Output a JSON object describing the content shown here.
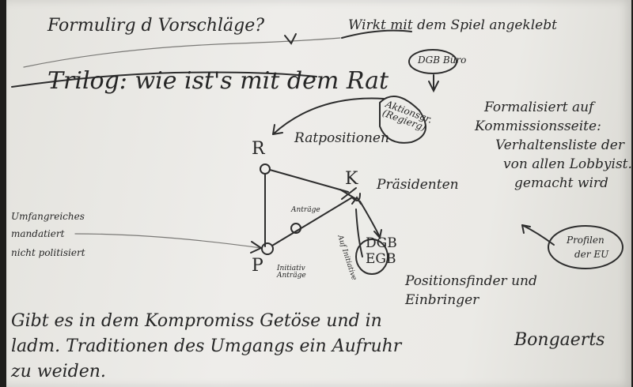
{
  "note": {
    "top_partial": "Formulirg d Vorschläge?",
    "top_right": "Wirkt mit dem Spiel angeklebt",
    "triloga": "Trilog: wie ist's mit dem Rat",
    "dgb_top": "DGB Büro",
    "aktionsgruppen": "Aktionsgr. (Regierg)",
    "formalisiert": [
      "Formalisiert auf",
      "Kommissionsseite:",
      "Verhaltensliste der",
      "von allen Lobbyist.",
      "gemacht wird"
    ],
    "label_R": "R",
    "label_K": "K",
    "label_P": "P",
    "rathpositionen": "Ratpositionen",
    "praesidenten": "Präsidenten",
    "antrag": "Anträge",
    "initiativ": "Initiativ Anträge",
    "auf_initiativ": "Auf Initiative",
    "dgb_egb": [
      "DGB",
      "EGB"
    ],
    "left_block": [
      "Umfangreiches",
      "mandatiert",
      "nicht politisiert"
    ],
    "profilen": [
      "Profilen",
      "der EU"
    ],
    "positionsfinder": [
      "Positionsfinder und",
      "Einbringer"
    ],
    "bottom_text": [
      "Gibt es in dem Kompromiss Getöse und in",
      "ladm. Traditionen des Umgangs ein Aufruhr",
      "zu weiden."
    ],
    "signature": "Bongaerts"
  }
}
